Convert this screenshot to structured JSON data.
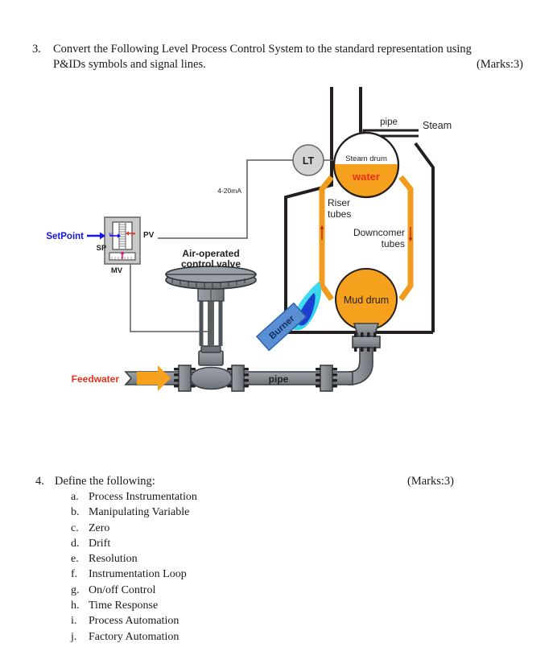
{
  "question3": {
    "number": "3.",
    "line1": "Convert the Following Level Process Control System to the standard representation using",
    "line2": "P&IDs symbols and signal lines.",
    "marks": "(Marks:3)"
  },
  "question4": {
    "number": "4.",
    "title": "Define the following:",
    "marks": "(Marks:3)",
    "items": [
      {
        "label": "a.",
        "text": "Process Instrumentation"
      },
      {
        "label": "b.",
        "text": "Manipulating Variable"
      },
      {
        "label": "c.",
        "text": "Zero"
      },
      {
        "label": "d.",
        "text": "Drift"
      },
      {
        "label": "e.",
        "text": "Resolution"
      },
      {
        "label": "f.",
        "text": "Instrumentation Loop"
      },
      {
        "label": "g.",
        "text": "On/off Control"
      },
      {
        "label": "h.",
        "text": "Time Response"
      },
      {
        "label": "i.",
        "text": "Process Automation"
      },
      {
        "label": "j.",
        "text": "Factory Automation"
      }
    ]
  },
  "diagram": {
    "labels": {
      "setpoint": "SetPoint",
      "sp": "SP",
      "pv": "PV",
      "mv": "MV",
      "signal": "4-20mA",
      "transmitter": "LT",
      "valve_line1": "Air-operated",
      "valve_line2": "control valve",
      "feedwater": "Feedwater",
      "pipe_bottom": "pipe",
      "pipe_top": "pipe",
      "steam": "Steam",
      "steam_drum": "Steam drum",
      "water": "water",
      "riser_line1": "Riser",
      "riser_line2": "tubes",
      "downcomer_line1": "Downcomer",
      "downcomer_line2": "tubes",
      "mud_drum": "Mud drum",
      "burner": "Burner"
    },
    "colors": {
      "orange": "#F5A11E",
      "orange_dark": "#E08A12",
      "red_text": "#E8321E",
      "blue_text": "#1414E6",
      "pipe_gray": "#8C9196",
      "pipe_gray_dark": "#5E6368",
      "instrument_gray": "#D4D4D4",
      "flame_cyan": "#3FE0F0",
      "flame_blue": "#1D3FD1",
      "burner_blue": "#5B8FD4",
      "line_black": "#231F20"
    }
  }
}
